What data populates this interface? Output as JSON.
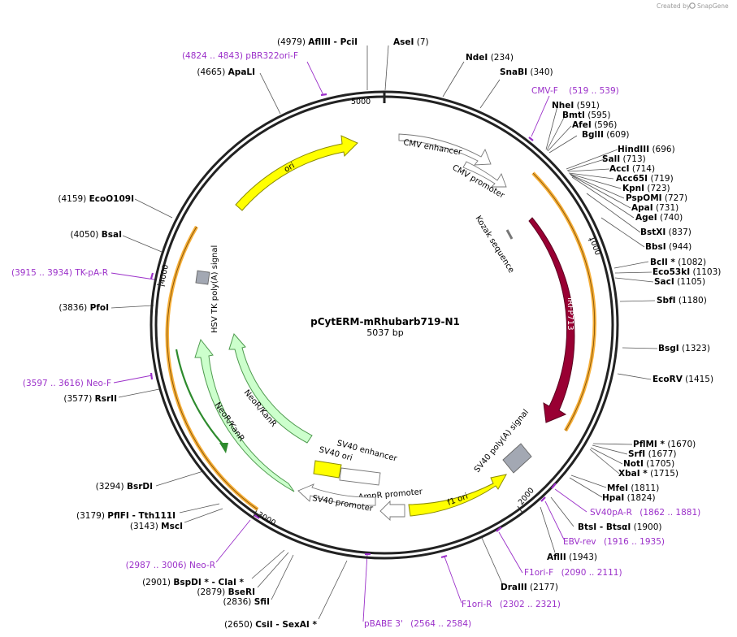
{
  "plasmid": {
    "name": "pCytERM-mRhubarb719-N1",
    "length_label": "5037 bp"
  },
  "credit": {
    "text": "Created by",
    "brand": "SnapGene"
  },
  "tick_labels": [
    "5000",
    "1000",
    "2000",
    "3000",
    "4000"
  ],
  "features": [
    {
      "label": "CMV enhancer"
    },
    {
      "label": "CMV promoter"
    },
    {
      "label": "Kozak sequence"
    },
    {
      "label": "iRFP713"
    },
    {
      "label": "SV40 poly(A) signal"
    },
    {
      "label": "f1 ori"
    },
    {
      "label": "AmpR promoter"
    },
    {
      "label": "SV40 promoter"
    },
    {
      "label": "SV40 ori"
    },
    {
      "label": "SV40 enhancer"
    },
    {
      "label": "NeoR/KanR"
    },
    {
      "label": "NeoR/KanR"
    },
    {
      "label": "HSV TK poly(A) signal"
    },
    {
      "label": "ori"
    }
  ],
  "sites": [
    {
      "name": "AflIII  - PciI",
      "pos": "(4979)"
    },
    {
      "name": "AseI",
      "pos": "(7)"
    },
    {
      "name": "NdeI",
      "pos": "(234)"
    },
    {
      "name": "SnaBI",
      "pos": "(340)"
    },
    {
      "name": "NheI",
      "pos": "(591)"
    },
    {
      "name": "BmtI",
      "pos": "(595)"
    },
    {
      "name": "AfeI",
      "pos": "(596)"
    },
    {
      "name": "BglII",
      "pos": "(609)"
    },
    {
      "name": "HindIII",
      "pos": "(696)"
    },
    {
      "name": "SalI",
      "pos": "(713)"
    },
    {
      "name": "AccI",
      "pos": "(714)"
    },
    {
      "name": "Acc65I",
      "pos": "(719)"
    },
    {
      "name": "KpnI",
      "pos": "(723)"
    },
    {
      "name": "PspOMI",
      "pos": "(727)"
    },
    {
      "name": "ApaI",
      "pos": "(731)"
    },
    {
      "name": "AgeI",
      "pos": "(740)"
    },
    {
      "name": "BstXI",
      "pos": "(837)"
    },
    {
      "name": "BbsI",
      "pos": "(944)"
    },
    {
      "name": "BclI *",
      "pos": "(1082)"
    },
    {
      "name": "Eco53kI",
      "pos": "(1103)"
    },
    {
      "name": "SacI",
      "pos": "(1105)"
    },
    {
      "name": "SbfI",
      "pos": "(1180)"
    },
    {
      "name": "BsgI",
      "pos": "(1323)"
    },
    {
      "name": "EcoRV",
      "pos": "(1415)"
    },
    {
      "name": "PflMI *",
      "pos": "(1670)"
    },
    {
      "name": "SrfI",
      "pos": "(1677)"
    },
    {
      "name": "NotI",
      "pos": "(1705)"
    },
    {
      "name": "XbaI *",
      "pos": "(1715)"
    },
    {
      "name": "MfeI",
      "pos": "(1811)"
    },
    {
      "name": "HpaI",
      "pos": "(1824)"
    },
    {
      "name": "BtsI  - BtsαI",
      "pos": "(1900)"
    },
    {
      "name": "AflII",
      "pos": "(1943)"
    },
    {
      "name": "DraIII",
      "pos": "(2177)"
    },
    {
      "name": "CsiI  - SexAI *",
      "pos": "(2650)"
    },
    {
      "name": "SfiI",
      "pos": "(2836)"
    },
    {
      "name": "BseRI",
      "pos": "(2879)"
    },
    {
      "name": "BspDI *  - ClaI *",
      "pos": "(2901)"
    },
    {
      "name": "MscI",
      "pos": "(3143)"
    },
    {
      "name": "PflFI  - Tth111I",
      "pos": "(3179)"
    },
    {
      "name": "BsrDI",
      "pos": "(3294)"
    },
    {
      "name": "RsrII",
      "pos": "(3577)"
    },
    {
      "name": "PfoI",
      "pos": "(3836)"
    },
    {
      "name": "BsaI",
      "pos": "(4050)"
    },
    {
      "name": "EcoO109I",
      "pos": "(4159)"
    },
    {
      "name": "ApaLI",
      "pos": "(4665)"
    }
  ],
  "primers": [
    {
      "name": "pBR322ori-F",
      "range": "(4824 .. 4843)"
    },
    {
      "name": "CMV-F",
      "range": "(519 .. 539)"
    },
    {
      "name": "SV40pA-R",
      "range": "(1862 .. 1881)"
    },
    {
      "name": "EBV-rev",
      "range": "(1916 .. 1935)"
    },
    {
      "name": "F1ori-F",
      "range": "(2090 .. 2111)"
    },
    {
      "name": "F1ori-R",
      "range": "(2302 .. 2321)"
    },
    {
      "name": "pBABE 3'",
      "range": "(2564 .. 2584)"
    },
    {
      "name": "Neo-R",
      "range": "(2987 .. 3006)"
    },
    {
      "name": "Neo-F",
      "range": "(3597 .. 3616)"
    },
    {
      "name": "TK-pA-R",
      "range": "(3915 .. 3934)"
    }
  ],
  "colors": {
    "backbone": "#222222",
    "ori": "#ffff00",
    "ori_stroke": "#8a8a00",
    "neo": "#ccffcc",
    "neo_stroke": "#4e9a4e",
    "irfp": "#990033",
    "orf_track": "#f5a623",
    "promoter": "#ffffff",
    "polya": "#a3a8b3",
    "primer": "#9b30c9",
    "neo_orf": "#2e8b2e"
  }
}
